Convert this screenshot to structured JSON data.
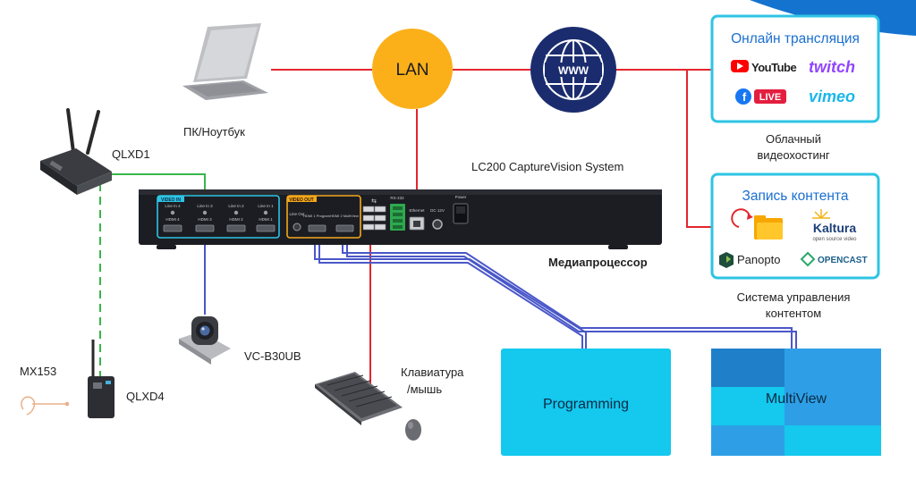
{
  "colors": {
    "net_red": "#e3262d",
    "sdi_green": "#39b54a",
    "hdmi_blue": "#4a57c8",
    "lan_orange": "#fbb01a",
    "www_navy": "#1b2c6e",
    "accent_cyan": "#2ec4e4",
    "monitor_cyan": "#14c8ee",
    "multiview_blue": "#2e9fe6",
    "corner_blue": "#1473cf",
    "box_dark": "#1b1d22"
  },
  "nodes": {
    "lan": "LAN",
    "www": "WWW",
    "pc_label": "ПК/Ноутбук",
    "qlxd1": "QLXD1",
    "qlxd4": "QLXD4",
    "mx153": "MX153",
    "camera_label": "VC-B30UB",
    "keyboard_label_1": "Клавиатура",
    "keyboard_label_2": "/мышь",
    "system_title": "LC200 CaptureVision System",
    "processor_label": "Медиапроцессор",
    "programming": "Programming",
    "multiview": "MultiView"
  },
  "device": {
    "video_in": "VIDEO IN",
    "video_out": "VIDEO OUT",
    "line_in_labels": [
      "Line In 4",
      "Line In 3",
      "Line In 2",
      "Line In 1"
    ],
    "hdmi_in_labels": [
      "HDMI 4",
      "HDMI 3",
      "HDMI 2",
      "HDMI 1"
    ],
    "line_out": "Line Out",
    "hdmi_program": "HDMI 1 Program",
    "hdmi_multiview": "HDMI 2 MultiView",
    "rs232": "RS-232",
    "ethernet": "Ethernet",
    "dc_in": "DC 12V",
    "power": "Power"
  },
  "panels": {
    "streaming": {
      "title": "Онлайн трансляция",
      "logos": [
        "YouTube",
        "twitch",
        "LIVE",
        "vimeo"
      ],
      "caption_1": "Облачный",
      "caption_2": "видеохостинг"
    },
    "recording": {
      "title": "Запись контента",
      "logos": [
        "Kaltura",
        "open source video",
        "Panopto",
        "OPENCAST"
      ],
      "caption_1": "Система управления",
      "caption_2": "контентом"
    }
  }
}
